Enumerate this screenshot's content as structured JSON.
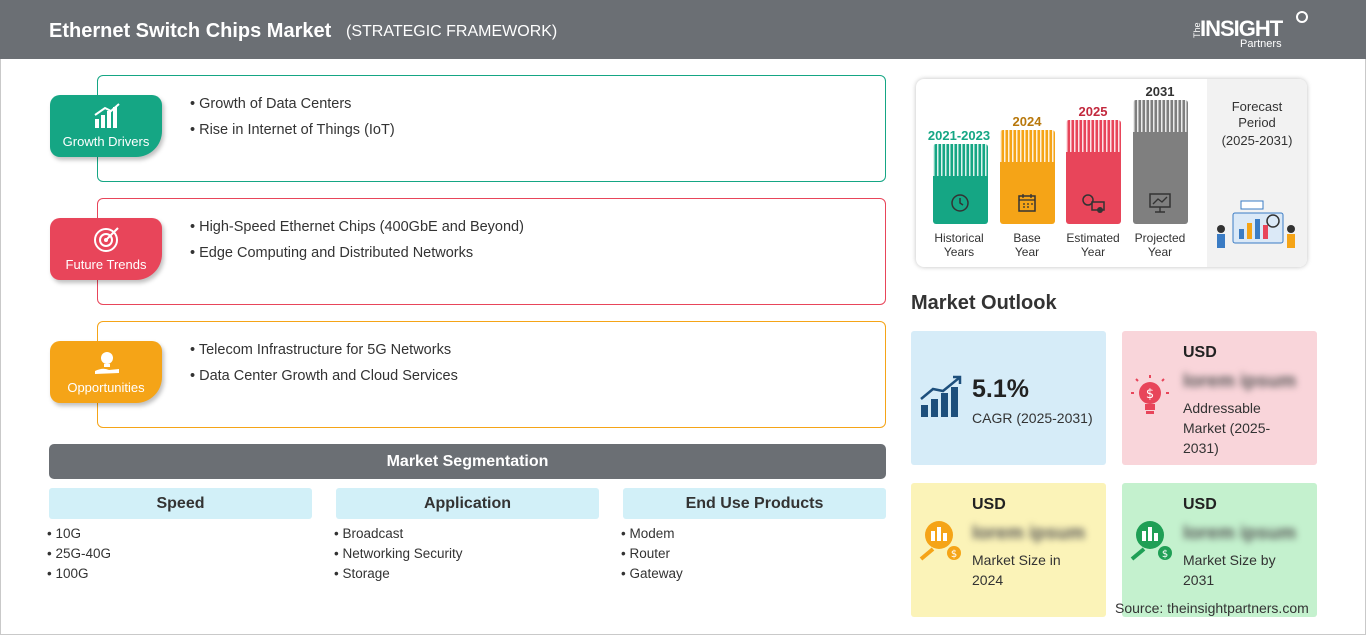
{
  "header": {
    "title": "Ethernet Switch Chips Market",
    "subtitle": "(STRATEGIC FRAMEWORK)"
  },
  "logo": {
    "the": "The",
    "insight": "INSIGHT",
    "partners": "Partners"
  },
  "framework": [
    {
      "label": "Growth Drivers",
      "color": "#15a684",
      "points": [
        "Growth of Data Centers",
        "Rise in Internet of Things (IoT)"
      ]
    },
    {
      "label": "Future Trends",
      "color": "#e8455a",
      "points": [
        "High-Speed Ethernet Chips (400GbE and Beyond)",
        "Edge Computing and Distributed Networks"
      ]
    },
    {
      "label": "Opportunities",
      "color": "#f5a417",
      "points": [
        "Telecom Infrastructure for 5G Networks",
        "Data Center Growth and Cloud Services"
      ]
    }
  ],
  "segmentation": {
    "title": "Market Segmentation",
    "columns": [
      {
        "head": "Speed",
        "items": [
          "10G",
          "25G-40G",
          "100G"
        ]
      },
      {
        "head": "Application",
        "items": [
          "Broadcast",
          "Networking Security",
          "Storage"
        ]
      },
      {
        "head": "End Use Products",
        "items": [
          "Modem",
          "Router",
          "Gateway"
        ]
      }
    ]
  },
  "timeline": [
    {
      "year": "2021-2023",
      "caption1": "Historical",
      "caption2": "Years",
      "color": "#15a684"
    },
    {
      "year": "2024",
      "caption1": "Base",
      "caption2": "Year",
      "color": "#f5a417"
    },
    {
      "year": "2025",
      "caption1": "Estimated",
      "caption2": "Year",
      "color": "#e8455a"
    },
    {
      "year": "2031",
      "caption1": "Projected",
      "caption2": "Year",
      "color": "#7f7f7f"
    }
  ],
  "forecast": {
    "line1": "Forecast",
    "line2": "Period",
    "line3": "(2025-2031)"
  },
  "outlook": {
    "title": "Market Outlook",
    "cagr": {
      "value": "5.1%",
      "label": "CAGR (2025-2031)"
    },
    "addressable": {
      "usd": "USD",
      "value": "lorem ipsum",
      "label1": "Addressable",
      "label2": "Market (2025-",
      "label3": "2031)"
    },
    "size2024": {
      "usd": "USD",
      "value": "lorem ipsum",
      "label1": "Market Size in",
      "label2": "2024"
    },
    "size2031": {
      "usd": "USD",
      "value": "lorem ipsum",
      "label1": "Market Size by",
      "label2": "2031"
    }
  },
  "source": "Source: theinsightpartners.com"
}
